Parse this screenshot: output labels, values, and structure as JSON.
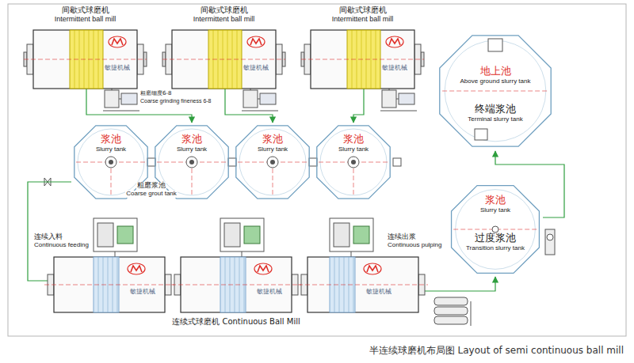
{
  "diagram": {
    "caption": "半连续球磨机布局图 Layout of semi continuous ball mill",
    "nodes": [
      {
        "text": [
          "间歇式球磨机",
          "Intermittent ball mill",
          "敏捷机械"
        ]
      },
      {
        "text": [
          "间歇式球磨机",
          "Intermittent ball mill",
          "敏捷机械"
        ]
      },
      {
        "text": [
          "间歇式球磨机",
          "Intermittent ball mill",
          "敏捷机械"
        ]
      },
      {
        "text": [
          "浆池",
          "Slurry tank"
        ]
      },
      {
        "text": [
          "浆池",
          "Slurry tank"
        ]
      },
      {
        "text": [
          "浆池",
          "Slurry tank"
        ]
      },
      {
        "text": [
          "浆池",
          "Slurry tank"
        ]
      },
      {
        "text": [
          "地上池",
          "Above ground slurry tank",
          "终端浆池",
          "Terminal slurry tank"
        ]
      },
      {
        "text": [
          "浆池",
          "Slurry tank",
          "过度浆池",
          "Transition slurry tank"
        ]
      },
      {
        "text": [
          "敏捷机械"
        ]
      },
      {
        "text": [
          "敏捷机械"
        ]
      },
      {
        "text": [
          "敏捷机械"
        ]
      }
    ],
    "edges": [
      {
        "from": 0,
        "to": 4,
        "arrow": "to"
      },
      {
        "from": 1,
        "to": 5,
        "arrow": "to"
      },
      {
        "from": 2,
        "to": 6,
        "arrow": "to"
      },
      {
        "from": 3,
        "to": 9,
        "arrow": "to"
      },
      {
        "from": 11,
        "to": 8,
        "arrow": "to"
      },
      {
        "from": 8,
        "to": 7,
        "arrow": "to"
      }
    ],
    "labels": [
      "粗磨细度6-8",
      "Coarse grinding fineness 6-8",
      "粗磨浆池",
      "Coarse grout tank",
      "连续入料",
      "Continuous feeding",
      "连续出浆",
      "Continuous pulping",
      "连续式球磨机 Continuous Ball Mill"
    ]
  }
}
